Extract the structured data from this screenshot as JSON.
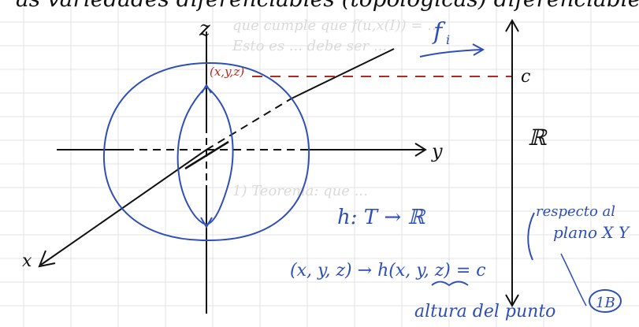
{
  "header_text": "as variedades diferenciables (topológicas) diferenciable",
  "bg_line_1": "que cumple que f(u,x(I)) = ...",
  "bg_line_2": "Esto es ... debe ser ...",
  "bg_line_3": "...",
  "bg_line_4": "1) Teorema: que ...",
  "labels": {
    "z": "z",
    "y": "y",
    "x": "x",
    "point": "(x,y,z)",
    "map_f": "f",
    "map_f_sub": "i",
    "c": "c",
    "R": "ℝ",
    "h_map": "h: T → ℝ",
    "formula": "(x, y, z) → h(x, y, z) = c",
    "altura": "altura del punto",
    "respecto_1": "respecto al",
    "respecto_2": "plano X Y",
    "badge": "1B"
  },
  "colors": {
    "ink": "#111111",
    "blue": "#2f4fb8",
    "red": "#b22a1f",
    "grid": "#e3e3e3"
  }
}
